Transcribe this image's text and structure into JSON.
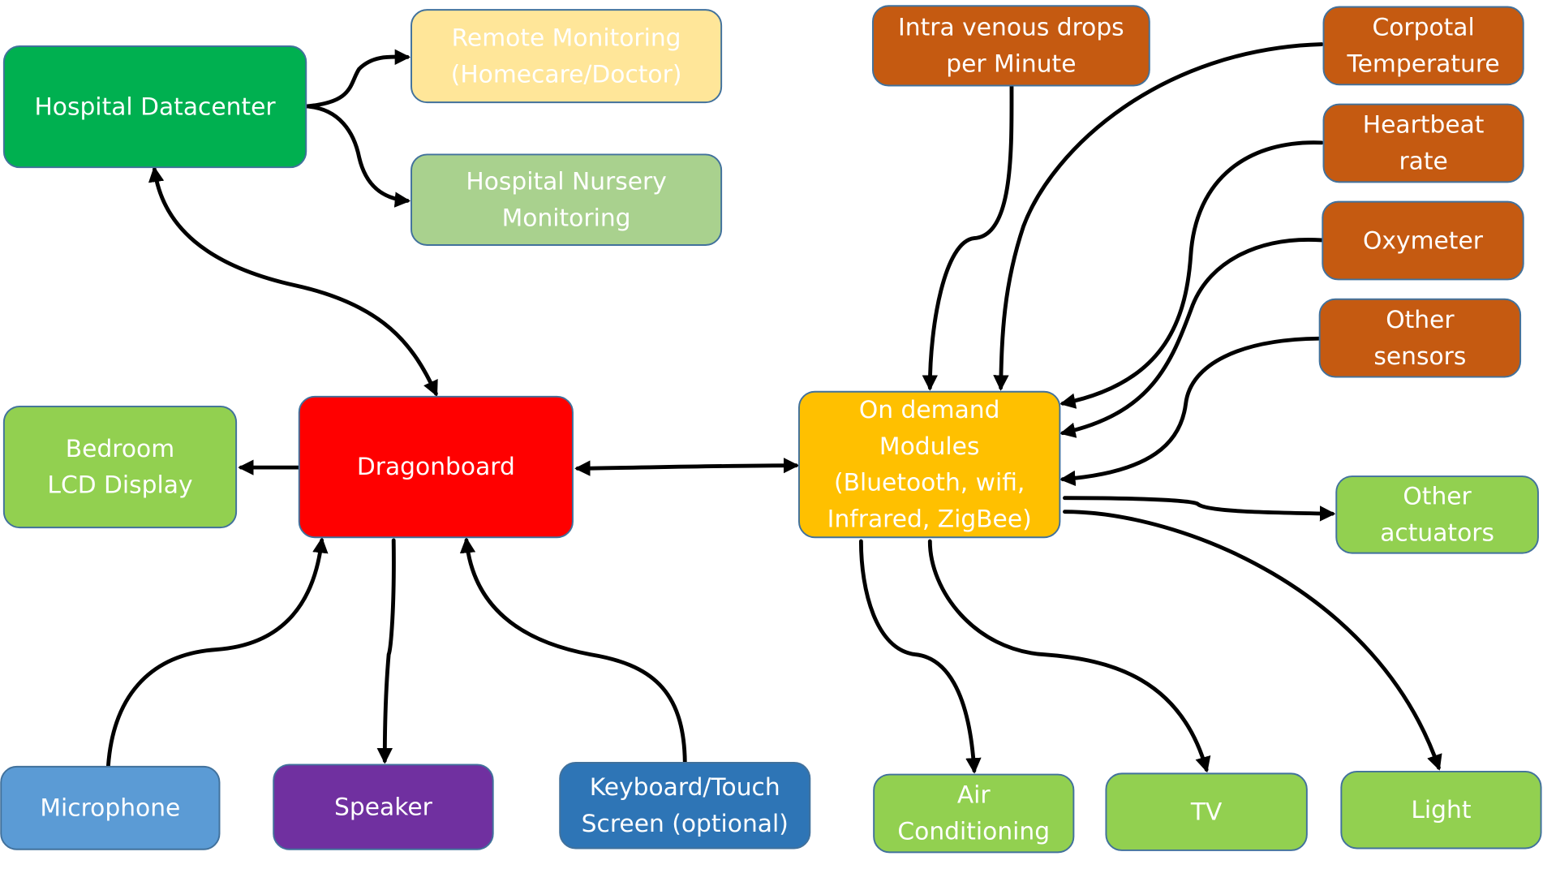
{
  "diagram": {
    "colors": {
      "datacenter": "#00b050",
      "remote": "#ffe699",
      "nursery": "#a9d18e",
      "actuator": "#92d050",
      "dragonboard": "#ff0000",
      "modules": "#ffc000",
      "sensor": "#c55a11",
      "microphone": "#5b9bd5",
      "speaker": "#7030a0",
      "keyboard": "#2e75b6",
      "border": "#41719c",
      "edge": "#000000"
    },
    "nodes": [
      {
        "id": "hospital-datacenter",
        "lines": [
          "Hospital Datacenter"
        ],
        "color_key": "datacenter"
      },
      {
        "id": "remote-monitoring",
        "lines": [
          "Remote Monitoring",
          "(Homecare/Doctor)"
        ],
        "color_key": "remote"
      },
      {
        "id": "hospital-nursery-monitoring",
        "lines": [
          "Hospital Nursery",
          "Monitoring"
        ],
        "color_key": "nursery"
      },
      {
        "id": "bedroom-lcd-display",
        "lines": [
          "Bedroom",
          "LCD Display"
        ],
        "color_key": "actuator"
      },
      {
        "id": "dragonboard",
        "lines": [
          "Dragonboard"
        ],
        "color_key": "dragonboard"
      },
      {
        "id": "on-demand-modules",
        "lines": [
          "On demand",
          "Modules",
          "(Bluetooth, wifi,",
          "Infrared, ZigBee)"
        ],
        "color_key": "modules"
      },
      {
        "id": "intra-venous-drops",
        "lines": [
          "Intra venous drops",
          "per Minute"
        ],
        "color_key": "sensor"
      },
      {
        "id": "corpotal-temperature",
        "lines": [
          "Corpotal",
          "Temperature"
        ],
        "color_key": "sensor"
      },
      {
        "id": "heartbeat-rate",
        "lines": [
          "Heartbeat",
          "rate"
        ],
        "color_key": "sensor"
      },
      {
        "id": "oxymeter",
        "lines": [
          "Oxymeter"
        ],
        "color_key": "sensor"
      },
      {
        "id": "other-sensors",
        "lines": [
          "Other",
          "sensors"
        ],
        "color_key": "sensor"
      },
      {
        "id": "other-actuators",
        "lines": [
          "Other",
          "actuators"
        ],
        "color_key": "actuator"
      },
      {
        "id": "microphone",
        "lines": [
          "Microphone"
        ],
        "color_key": "microphone"
      },
      {
        "id": "speaker",
        "lines": [
          "Speaker"
        ],
        "color_key": "speaker"
      },
      {
        "id": "keyboard-touch-screen",
        "lines": [
          "Keyboard/Touch",
          "Screen (optional)"
        ],
        "color_key": "keyboard"
      },
      {
        "id": "air-conditioning",
        "lines": [
          "Air",
          "Conditioning"
        ],
        "color_key": "actuator"
      },
      {
        "id": "tv",
        "lines": [
          "TV"
        ],
        "color_key": "actuator"
      },
      {
        "id": "light",
        "lines": [
          "Light"
        ],
        "color_key": "actuator"
      }
    ],
    "edges": [
      {
        "from": "hospital-datacenter",
        "to": "remote-monitoring",
        "direction": "forward"
      },
      {
        "from": "hospital-datacenter",
        "to": "hospital-nursery-monitoring",
        "direction": "forward"
      },
      {
        "from": "dragonboard",
        "to": "hospital-datacenter",
        "direction": "both"
      },
      {
        "from": "dragonboard",
        "to": "bedroom-lcd-display",
        "direction": "forward"
      },
      {
        "from": "dragonboard",
        "to": "on-demand-modules",
        "direction": "both"
      },
      {
        "from": "microphone",
        "to": "dragonboard",
        "direction": "forward"
      },
      {
        "from": "dragonboard",
        "to": "speaker",
        "direction": "forward"
      },
      {
        "from": "keyboard-touch-screen",
        "to": "dragonboard",
        "direction": "forward"
      },
      {
        "from": "intra-venous-drops",
        "to": "on-demand-modules",
        "direction": "forward"
      },
      {
        "from": "corpotal-temperature",
        "to": "on-demand-modules",
        "direction": "forward"
      },
      {
        "from": "heartbeat-rate",
        "to": "on-demand-modules",
        "direction": "forward"
      },
      {
        "from": "oxymeter",
        "to": "on-demand-modules",
        "direction": "forward"
      },
      {
        "from": "other-sensors",
        "to": "on-demand-modules",
        "direction": "forward"
      },
      {
        "from": "on-demand-modules",
        "to": "other-actuators",
        "direction": "forward"
      },
      {
        "from": "on-demand-modules",
        "to": "air-conditioning",
        "direction": "forward"
      },
      {
        "from": "on-demand-modules",
        "to": "tv",
        "direction": "forward"
      },
      {
        "from": "on-demand-modules",
        "to": "light",
        "direction": "forward"
      }
    ]
  }
}
